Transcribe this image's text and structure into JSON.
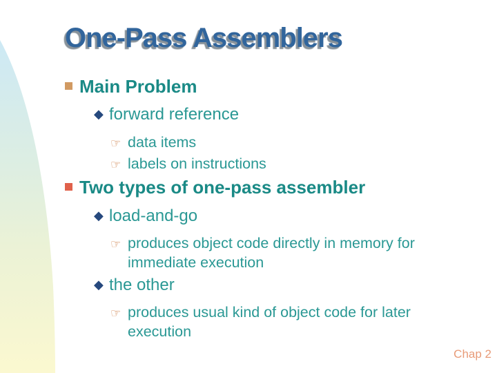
{
  "slide": {
    "title": "One-Pass Assemblers",
    "footer": "Chap 2"
  },
  "outline": [
    {
      "level": 1,
      "bullet": "square",
      "text": "Main Problem"
    },
    {
      "level": 2,
      "bullet": "diamond",
      "text": "forward reference"
    },
    {
      "level": 3,
      "bullet": "hand",
      "text": "data items"
    },
    {
      "level": 3,
      "bullet": "hand",
      "text": "labels on instructions"
    },
    {
      "level": 1,
      "bullet": "square",
      "text": "Two types of one-pass assembler"
    },
    {
      "level": 2,
      "bullet": "diamond",
      "text": "load-and-go"
    },
    {
      "level": 3,
      "bullet": "hand",
      "text": "produces object code directly in memory for immediate execution"
    },
    {
      "level": 2,
      "bullet": "diamond",
      "text": "the other"
    },
    {
      "level": 3,
      "bullet": "hand",
      "text": "produces usual kind of object code for later execution"
    }
  ],
  "glyphs": {
    "diamond": "◆",
    "hand": "☞"
  },
  "colors": {
    "title": "#31659c",
    "title-shadow": "#55646fb3",
    "heading": "#1a8a86",
    "body": "#2a9894",
    "square1": "#d19a62",
    "square2": "#e0614b",
    "diamond": "#26497e",
    "hand": "#d0834e",
    "footer": "#e89b78",
    "grad-top": "#cde9f5",
    "grad-mid1": "#ddeee2",
    "grad-mid2": "#ebf2d6",
    "grad-bottom": "#fbf8d0"
  }
}
